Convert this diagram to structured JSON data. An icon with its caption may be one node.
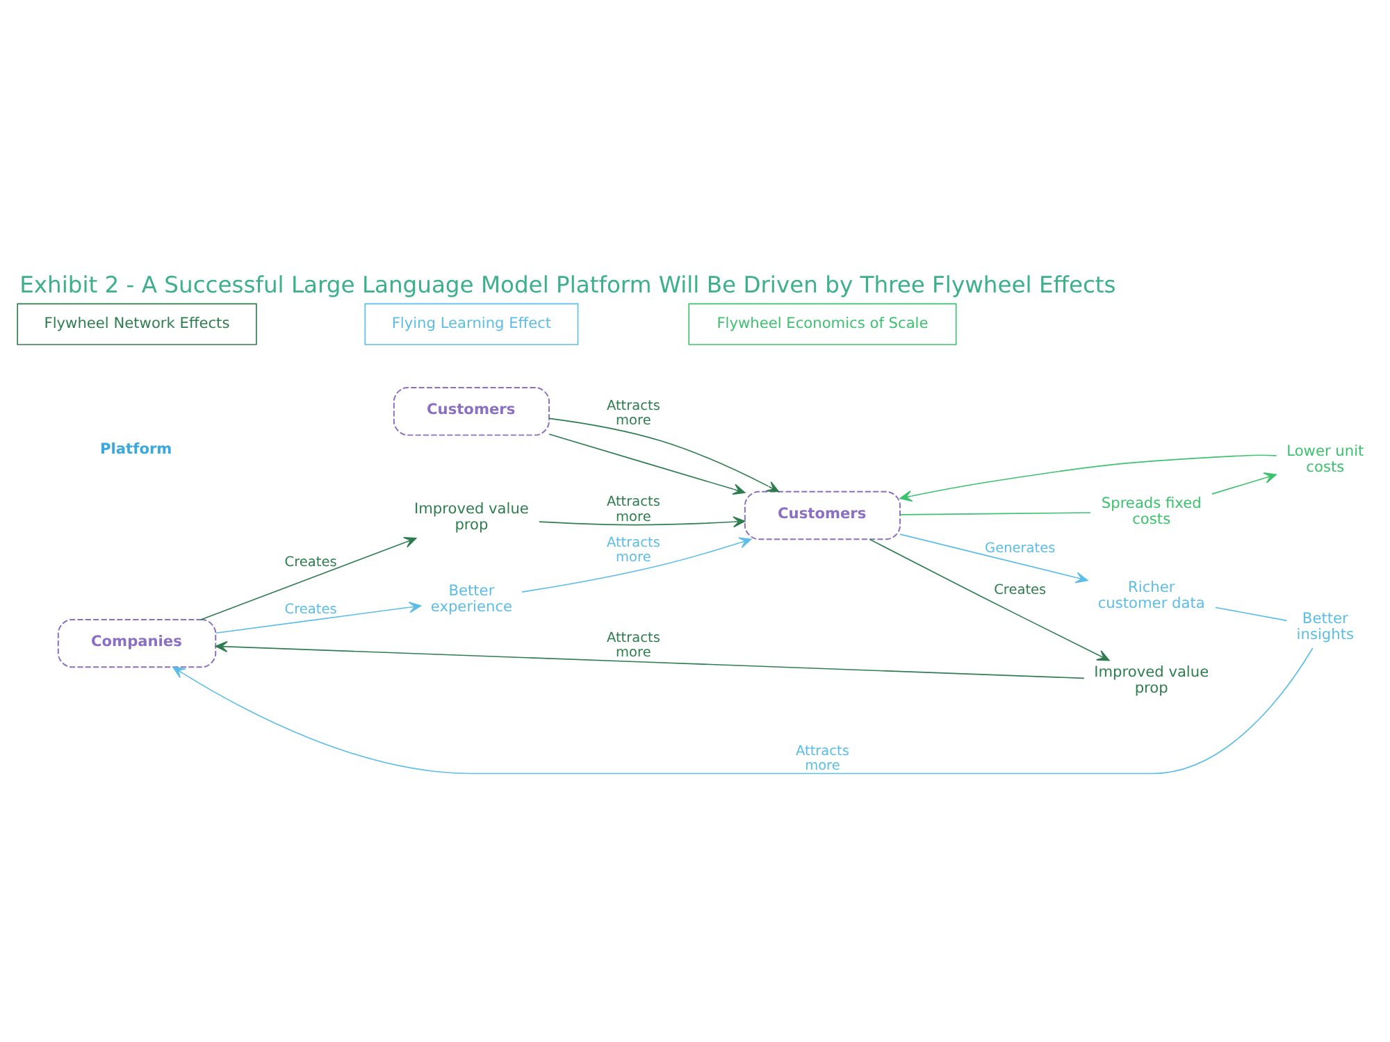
{
  "diagram": {
    "title": "Exhibit 2 - A Successful Large Language Model Platform Will Be Driven by Three Flywheel Effects",
    "nodes": [
      {
        "text": [
          "Companies"
        ]
      },
      {
        "text": [
          "Customers"
        ]
      },
      {
        "text": [
          "Customers"
        ]
      },
      {
        "text": [
          "Improved value prop"
        ]
      },
      {
        "text": [
          "Better experience"
        ]
      },
      {
        "text": [
          "Richer customer data"
        ]
      },
      {
        "text": [
          "Improved value prop"
        ]
      },
      {
        "text": [
          "Better insights"
        ]
      },
      {
        "text": [
          "Spreads fixed costs"
        ]
      },
      {
        "text": [
          "Lower unit costs"
        ]
      }
    ],
    "edges": [
      {
        "from": 0,
        "to": 3,
        "arrow": "to",
        "label": "Creates"
      },
      {
        "from": 3,
        "to": 1,
        "arrow": "to",
        "label": "Attracts more"
      },
      {
        "from": 1,
        "to": 6,
        "arrow": "to",
        "label": "Creates"
      },
      {
        "from": 6,
        "to": 0,
        "arrow": "to",
        "label": "Attracts more"
      },
      {
        "from": 0,
        "to": 4,
        "arrow": "to",
        "label": "Creates",
        "color": "#5bbde8"
      },
      {
        "from": 4,
        "to": 1,
        "arrow": "to",
        "label": "Attracts more",
        "color": "#5bbde8"
      },
      {
        "from": 1,
        "to": 5,
        "arrow": "to",
        "label": "Generates",
        "color": "#5bbde8"
      },
      {
        "from": 5,
        "to": 7,
        "arrow": "none",
        "color": "#5bbde8"
      },
      {
        "from": 7,
        "to": 0,
        "arrow": "to",
        "label": "Attracts more",
        "color": "#5bbde8"
      },
      {
        "from": 1,
        "to": 8,
        "arrow": "none",
        "color": "#3cc26e"
      },
      {
        "from": 8,
        "to": 9,
        "arrow": "to",
        "color": "#3cc26e"
      },
      {
        "from": 9,
        "to": 1,
        "arrow": "to",
        "color": "#3cc26e"
      },
      {
        "from": 2,
        "to": 1,
        "arrow": "to",
        "label": "Attracts more"
      },
      {
        "from": 2,
        "to": 1,
        "arrow": "to"
      }
    ],
    "labels": [
      "Platform"
    ],
    "legend": [
      {
        "text": "Flywheel Network Effects",
        "color": "#2e7d4f"
      },
      {
        "text": "Flying Learning Effect",
        "color": "#5bbde8"
      },
      {
        "text": "Flywheel Economics of Scale",
        "color": "#3cc26e"
      }
    ]
  }
}
